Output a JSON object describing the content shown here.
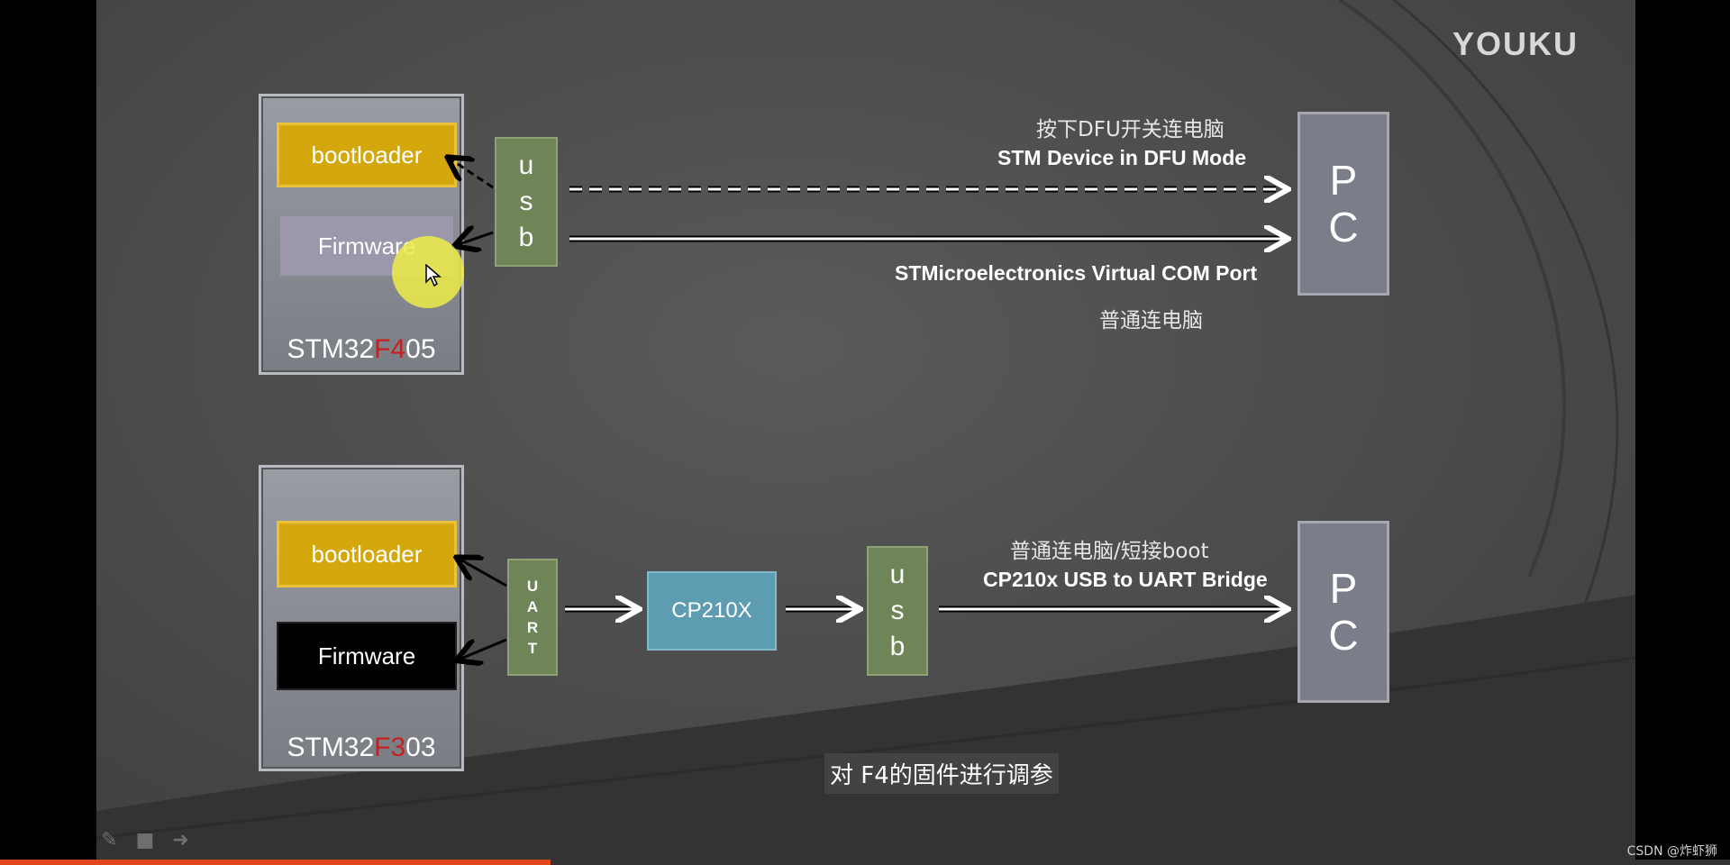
{
  "logo": "YOUKU",
  "top_diagram": {
    "chip_prefix": "STM32",
    "chip_highlight": "F4",
    "chip_suffix": "05",
    "bootloader": "bootloader",
    "firmware": "Firmware",
    "port_letters": [
      "u",
      "s",
      "b"
    ],
    "pc_letters": [
      "P",
      "C"
    ],
    "dfu_cn": "按下DFU开关连电脑",
    "dfu_en": "STM Device in DFU Mode",
    "vcp_en": "STMicroelectronics Virtual COM Port",
    "vcp_cn": "普通连电脑"
  },
  "bottom_diagram": {
    "chip_prefix": "STM32",
    "chip_highlight": "F3",
    "chip_suffix": "03",
    "bootloader": "bootloader",
    "firmware": "Firmware",
    "uart_letters": [
      "U",
      "A",
      "R",
      "T"
    ],
    "bridge": "CP210X",
    "usb_letters": [
      "u",
      "s",
      "b"
    ],
    "pc_letters": [
      "P",
      "C"
    ],
    "link_cn": "普通连电脑/短接boot",
    "link_en": "CP210x USB to UART Bridge"
  },
  "subtitle": "对 F4的固件进行调参",
  "player": {
    "progress": 0.318
  },
  "watermark": "CSDN @炸虾狮",
  "icons": [
    "pen-icon",
    "screen-icon",
    "forward-icon",
    "cursor-icon"
  ],
  "colors": {
    "bootloader": "#d4a80c",
    "port": "#6f8457",
    "pc": "#7b7d88",
    "bridge": "#5e9cb2",
    "chip_highlight": "#c81e1e",
    "progress": "#e0451c"
  }
}
